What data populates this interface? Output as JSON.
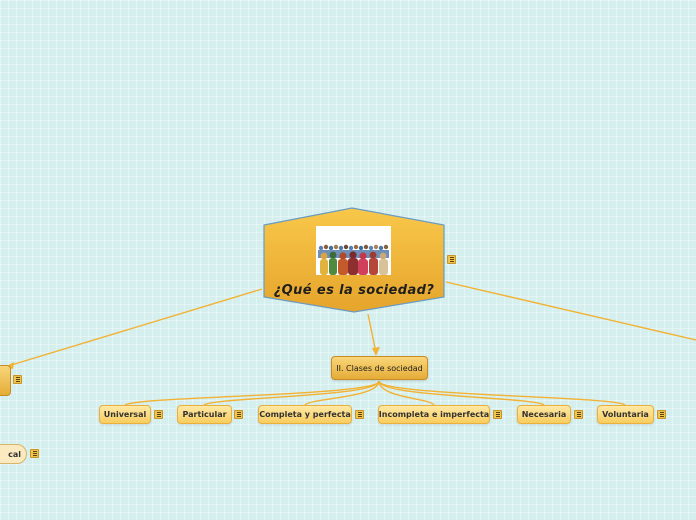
{
  "central": {
    "title": "¿Qué es la sociedad?",
    "image": "crowd-of-people-illustration"
  },
  "main_branch": {
    "label": "II. Clases de sociedad"
  },
  "sub_topics": [
    {
      "label": "Universal"
    },
    {
      "label": "Particular"
    },
    {
      "label": "Completa y perfecta"
    },
    {
      "label": "Incompleta e imperfecta"
    },
    {
      "label": "Necesaria"
    },
    {
      "label": "Voluntaria"
    }
  ],
  "partial_nodes": [
    {
      "label": "cal"
    }
  ],
  "colors": {
    "background": "#d5eeee",
    "connector": "#f2b233",
    "node_fill": "#f8cd5f",
    "central_fill": "#f0b534",
    "central_border": "#6a9bc0"
  },
  "icons": [
    "menu-icon"
  ]
}
